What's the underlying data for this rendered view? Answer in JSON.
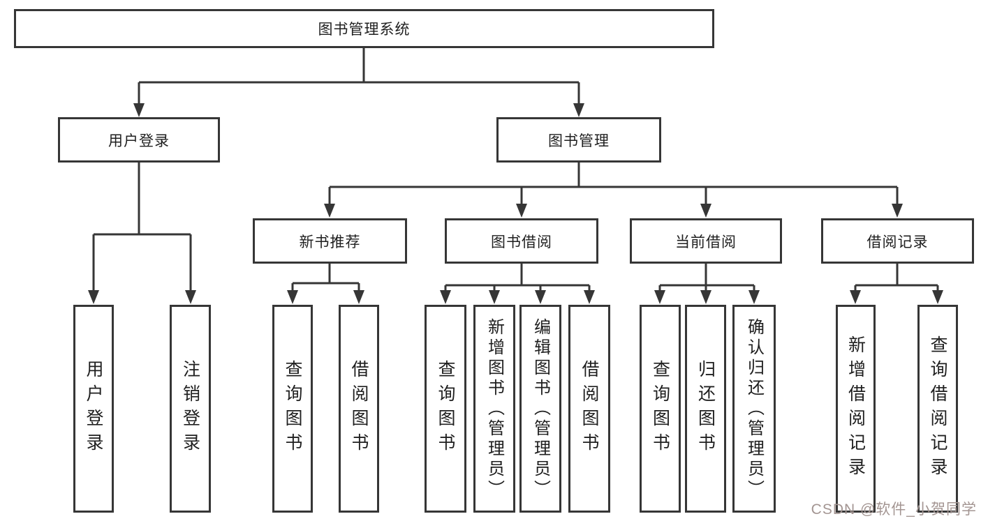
{
  "diagram": {
    "type": "hierarchy-tree",
    "title": "图书管理系统",
    "colors": {
      "line": "#363636",
      "text": "#1f1f1f",
      "background": "#ffffff",
      "watermark": "#a39592"
    },
    "nodes": {
      "root": {
        "label": "图书管理系统"
      },
      "user_login": {
        "label": "用户登录"
      },
      "book_management": {
        "label": "图书管理"
      },
      "new_book_recommend": {
        "label": "新书推荐"
      },
      "book_borrowing": {
        "label": "图书借阅"
      },
      "current_borrowing": {
        "label": "当前借阅"
      },
      "borrowing_records": {
        "label": "借阅记录"
      },
      "leaf_user_login": {
        "label": "用户登录"
      },
      "leaf_logout": {
        "label": "注销登录"
      },
      "leaf_query_books_1": {
        "label": "查询图书"
      },
      "leaf_borrow_books_1": {
        "label": "借阅图书"
      },
      "leaf_query_books_2": {
        "label": "查询图书"
      },
      "leaf_add_books_admin": {
        "label": "新增图书（管理员）"
      },
      "leaf_edit_books_admin": {
        "label": "编辑图书（管理员）"
      },
      "leaf_borrow_books_2": {
        "label": "借阅图书"
      },
      "leaf_query_books_3": {
        "label": "查询图书"
      },
      "leaf_return_books": {
        "label": "归还图书"
      },
      "leaf_confirm_return_admin": {
        "label": "确认归还（管理员）"
      },
      "leaf_add_borrow_record": {
        "label": "新增借阅记录"
      },
      "leaf_query_borrow_record": {
        "label": "查询借阅记录"
      }
    },
    "edges": [
      [
        "root",
        "user_login"
      ],
      [
        "root",
        "book_management"
      ],
      [
        "user_login",
        "leaf_user_login"
      ],
      [
        "user_login",
        "leaf_logout"
      ],
      [
        "book_management",
        "new_book_recommend"
      ],
      [
        "book_management",
        "book_borrowing"
      ],
      [
        "book_management",
        "current_borrowing"
      ],
      [
        "book_management",
        "borrowing_records"
      ],
      [
        "new_book_recommend",
        "leaf_query_books_1"
      ],
      [
        "new_book_recommend",
        "leaf_borrow_books_1"
      ],
      [
        "book_borrowing",
        "leaf_query_books_2"
      ],
      [
        "book_borrowing",
        "leaf_add_books_admin"
      ],
      [
        "book_borrowing",
        "leaf_edit_books_admin"
      ],
      [
        "book_borrowing",
        "leaf_borrow_books_2"
      ],
      [
        "current_borrowing",
        "leaf_query_books_3"
      ],
      [
        "current_borrowing",
        "leaf_return_books"
      ],
      [
        "current_borrowing",
        "leaf_confirm_return_admin"
      ],
      [
        "borrowing_records",
        "leaf_add_borrow_record"
      ],
      [
        "borrowing_records",
        "leaf_query_borrow_record"
      ]
    ],
    "watermark": {
      "text": "CSDN @软件_小贺同学"
    }
  }
}
